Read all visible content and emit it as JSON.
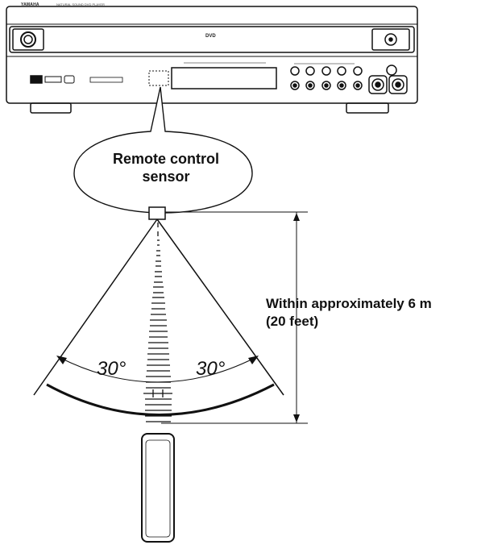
{
  "device": {
    "brand": "YAMAHA",
    "model_text": "NATURAL SOUND DVD PLAYER",
    "disc_logo": "DVD"
  },
  "callout": {
    "line1": "Remote control",
    "line2": "sensor"
  },
  "distance": {
    "line1": "Within approximately 6 m",
    "line2": "(20 feet)"
  },
  "angles": {
    "left": "30°",
    "right": "30°"
  },
  "colors": {
    "stroke": "#111111",
    "device_fill": "#ffffff"
  }
}
